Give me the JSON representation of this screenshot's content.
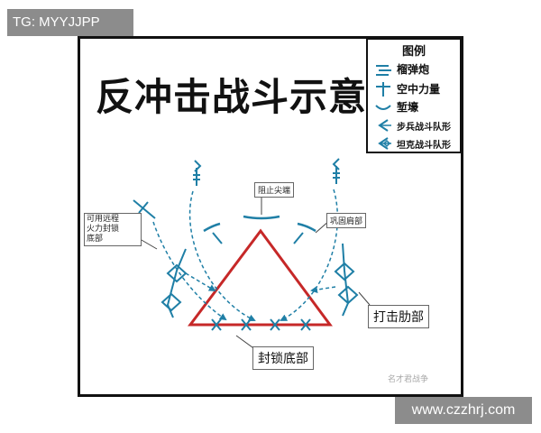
{
  "overlay_tag": "TG: MYYJJPP",
  "overlay_url": "www.czzhrj.com",
  "title": "反冲击战斗示意图",
  "legend": {
    "title": "图例",
    "items": [
      {
        "icon": "howitzer-icon",
        "label": "榴弹炮"
      },
      {
        "icon": "air-force-icon",
        "label": "空中力量"
      },
      {
        "icon": "trench-icon",
        "label": "堑壕"
      },
      {
        "icon": "infantry-formation-icon",
        "label": "步兵战斗队形"
      },
      {
        "icon": "tank-formation-icon",
        "label": "坦克战斗队形"
      }
    ]
  },
  "annotations": {
    "stop_tip": "阻止尖端",
    "consolidate_shoulder": "巩固肩部",
    "long_range_fire_lines": [
      "可用远程",
      "火力封锁",
      "底部"
    ],
    "strike_flank": "打击肋部",
    "seal_base": "封锁底部"
  },
  "watermark": "名才君战争",
  "colors": {
    "accent_blue": "#1f7fa6",
    "triangle_red": "#c62828",
    "frame_black": "#111111"
  }
}
